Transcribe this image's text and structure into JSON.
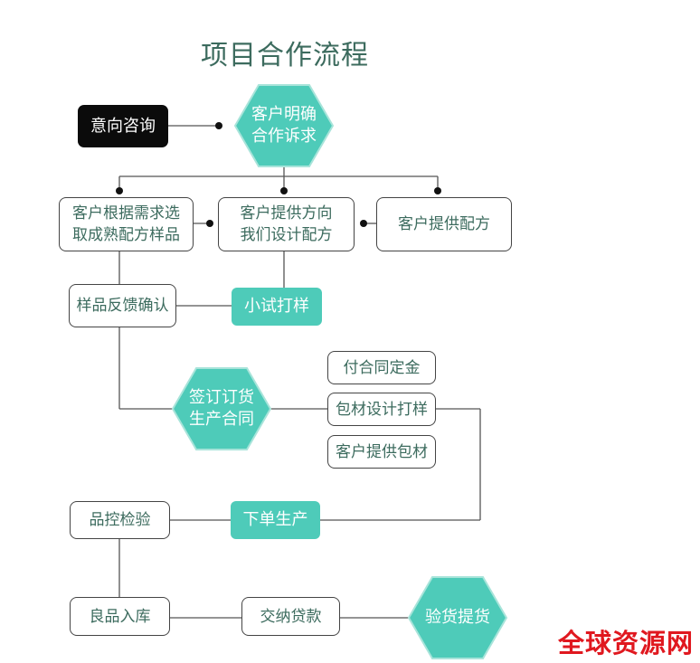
{
  "title": "项目合作流程",
  "colors": {
    "teal": "#4ecbb9",
    "dark": "#0b0b0b",
    "text": "#3c6b5e",
    "watermark": "#e0181f"
  },
  "nodes": {
    "inquiry": "意向咨询",
    "clarify": [
      "客户明确",
      "合作诉求"
    ],
    "select_sample": [
      "客户根据需求选",
      "取成熟配方样品"
    ],
    "design_formula": [
      "客户提供方向",
      "我们设计配方"
    ],
    "client_formula": "客户提供配方",
    "sample_feedback": "样品反馈确认",
    "trial_sample": "小试打样",
    "sign_contract": [
      "签订订货",
      "生产合同"
    ],
    "deposit": "付合同定金",
    "packaging_design": "包材设计打样",
    "client_packaging": "客户提供包材",
    "place_order": "下单生产",
    "quality_control": "品控检验",
    "warehousing": "良品入库",
    "payment": "交纳贷款",
    "delivery": "验货提货"
  },
  "watermark": "全球资源网"
}
